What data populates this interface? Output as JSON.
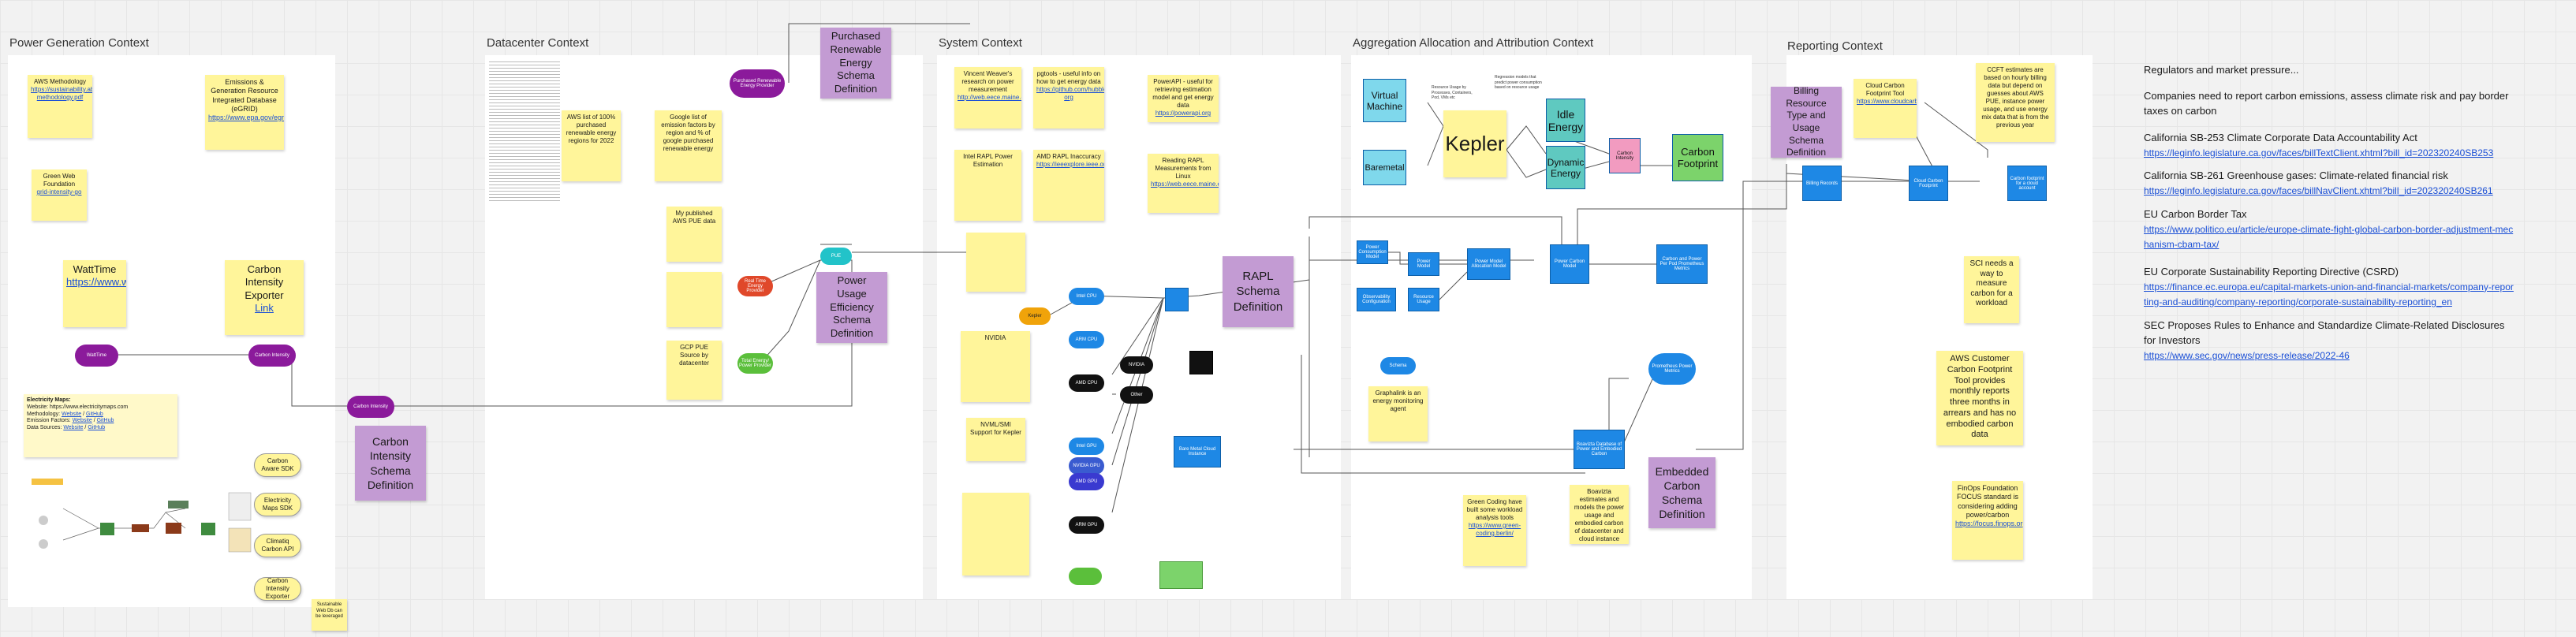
{
  "frames": {
    "power": "Power Generation Context",
    "datacenter": "Datacenter Context",
    "system": "System Context",
    "aggregation": "Aggregation Allocation and Attribution Context",
    "reporting": "Reporting Context"
  },
  "power": {
    "aws_methodology": {
      "title": "AWS Methodology",
      "link": "https://sustainability.aboutamazon.com/carbon-methodology.pdf"
    },
    "egrid": {
      "title": "Emissions & Generation Resource Integrated Database (eGRID)",
      "link": "https://www.epa.gov/egrid"
    },
    "green_web": {
      "title": "Green Web Foundation",
      "link": "grid-intensity-go"
    },
    "watttime": {
      "title": "WattTime",
      "link": "https://www.watttime.org"
    },
    "ci_exporter": {
      "title": "Carbon Intensity Exporter",
      "link": "Link"
    },
    "pill_watttime": "WattTime",
    "pill_carbon_intensity": "Carbon Intensity",
    "pill_carbon_intensity2": "Carbon Intensity",
    "schema": "Carbon Intensity Schema Definition",
    "electricity_maps": {
      "title": "Electricity Maps:",
      "website": "Website: https://www.electricitymaps.com",
      "methodology_label": "Methodology:",
      "emission_label": "Emission Factors:",
      "sources_label": "Data Sources:",
      "link1": "Website",
      "link2": "GitHub"
    },
    "small_ovals": [
      "Carbon Aware SDK",
      "Electricity Maps SDK",
      "Climatiq Carbon API",
      "Carbon Intensity Exporter"
    ],
    "bottom_note": "Sustainable Web Db can be leveraged"
  },
  "datacenter": {
    "pill_renewable": "Purchased Renewable Energy Provider",
    "schema_renewable": "Purchased Renewable Energy Schema Definition",
    "aws_renewable": "AWS list of 100% purchased renewable energy regions for 2022",
    "google_list": "Google list of emission factors by region and % of google purchased renewable energy",
    "my_pue": "My published AWS PUE data",
    "gcp_pue": "GCP PUE Source by datacenter",
    "pill_red": "Real Time Energy Provider",
    "pill_green": "Total Energy/ Power Provider",
    "pill_teal": "PUE",
    "schema_pue": "Power Usage Efficiency Schema Definition"
  },
  "system": {
    "vince": {
      "title": "Vincent Weaver's research on power measurement",
      "link": "http://web.eece.maine.edu/~vweaver/projects/rapl"
    },
    "pgtools": {
      "title": "pgtools - useful info on how to get energy data",
      "link": "https://github.com/hubblo-org"
    },
    "powerapi": {
      "title": "PowerAPI - useful for retrieving estimation model and get energy data",
      "link": "https://powerapi.org"
    },
    "amd_rapl": {
      "title": "AMD RAPL Inaccuracy",
      "link": "https://ieeexplore.ieee.org"
    },
    "reading_rapl": {
      "title": "Reading RAPL Measurements from Linux",
      "link": "https://web.eece.maine.edu/~vweaver/projects/rapl/"
    },
    "intel_rapl": "Intel RAPL Power Estimation",
    "nvidia": "NVIDIA",
    "nvidia_smi": "NVML/SMI Support for Kepler",
    "kepler_node": "Kepler",
    "rapl_schema": "RAPL Schema Definition",
    "pills": [
      "Intel CPU",
      "ARM CPU",
      "AMD CPU",
      "Intel GPU",
      "NVIDIA GPU",
      "AMD GPU",
      "ARM GPU",
      "NVIDIA",
      "Other"
    ],
    "bare_metal": "Bare Metal Cloud Instance",
    "graphalink": "Graphalink is an energy monitoring agent",
    "green_coding": {
      "title": "Green Coding have built some workload analysis tools",
      "link": "https://www.green-coding.berlin/"
    },
    "schema_small": "Schema"
  },
  "aggregation": {
    "virtual_machine": "Virtual Machine",
    "baremetal": "Baremetal",
    "kepler": "Kepler",
    "idle": "Idle Energy",
    "dynamic": "Dynamic Energy",
    "carbon_footprint": "Carbon Footprint",
    "resource_note": "Resource Usage by Processes, Containers, Pod, VMs etc",
    "regression_note": "Regression models that predict power consumption based on resource usage",
    "pink": "Carbon Intensity",
    "embedded_schema": "Embedded Carbon Schema Definition",
    "boavizta": "Boavizta estimates and models the power usage and embodied carbon of datacenter and cloud instance types",
    "boavizta_box": "Boavizta Database of Power and Embodied Carbon",
    "blue_boxes": [
      "Power Consumption Model",
      "Power Model",
      "Power Model Allocation Model",
      "Power Carbon Model",
      "Carbon and Power Per Pod Prometheus Metrics",
      "Observability Configuration",
      "Resource Usage"
    ],
    "prometheus": "Prometheus Power Metrics"
  },
  "reporting": {
    "billing_schema": "Billing Resource Type and Usage Schema Definition",
    "cloud_carbon": {
      "title": "Cloud Carbon Footprint Tool",
      "link": "https://www.cloudcarbonfootprint.org"
    },
    "ccft": "CCFT estimates are based on hourly billing data but depend on guesses about AWS PUE, instance power usage, and use energy mix data that is from the previous year",
    "sci": "SCI needs a way to measure carbon for a workload",
    "aws_ccft": "AWS Customer Carbon Footprint Tool provides monthly reports three months in arrears and has no embodied carbon data",
    "finops": {
      "title": "FinOps Foundation FOCUS standard is considering adding power/carbon",
      "link": "https://focus.finops.org"
    },
    "billing_box": "Billing Records",
    "cloud_box": "Cloud Carbon Footprint",
    "carbon_box": "Carbon footprint for a cloud account"
  },
  "regulations": {
    "intro": "Regulators and market pressure...",
    "p1": "Companies need to report carbon emissions, assess climate risk and pay border taxes on carbon",
    "items": [
      {
        "title": "California SB-253 Climate Corporate Data Accountability Act",
        "link": "https://leginfo.legislature.ca.gov/faces/billTextClient.xhtml?bill_id=202320240SB253"
      },
      {
        "title": "California SB-261 Greenhouse gases: Climate-related financial risk",
        "link": "https://leginfo.legislature.ca.gov/faces/billNavClient.xhtml?bill_id=202320240SB261"
      },
      {
        "title": " EU Carbon Border Tax",
        "link": "https://www.politico.eu/article/europe-climate-fight-global-carbon-border-adjustment-mechanism-cbam-tax/"
      },
      {
        "title": "EU Corporate Sustainability Reporting Directive (CSRD)",
        "link": " https://finance.ec.europa.eu/capital-markets-union-and-financial-markets/company-reporting-and-auditing/company-reporting/corporate-sustainability-reporting_en"
      },
      {
        "title": "SEC Proposes Rules to Enhance and Standardize Climate-Related Disclosures for Investors",
        "link": "https://www.sec.gov/news/press-release/2022-46"
      }
    ]
  },
  "colors": {
    "sticky": "#fff59a",
    "purple": "#c39bd3",
    "blue_box": "#1e88e5",
    "cyan": "#7fd8ec",
    "teal": "#5fc9c0",
    "green": "#7cd36b",
    "pink": "#f29bc0"
  }
}
